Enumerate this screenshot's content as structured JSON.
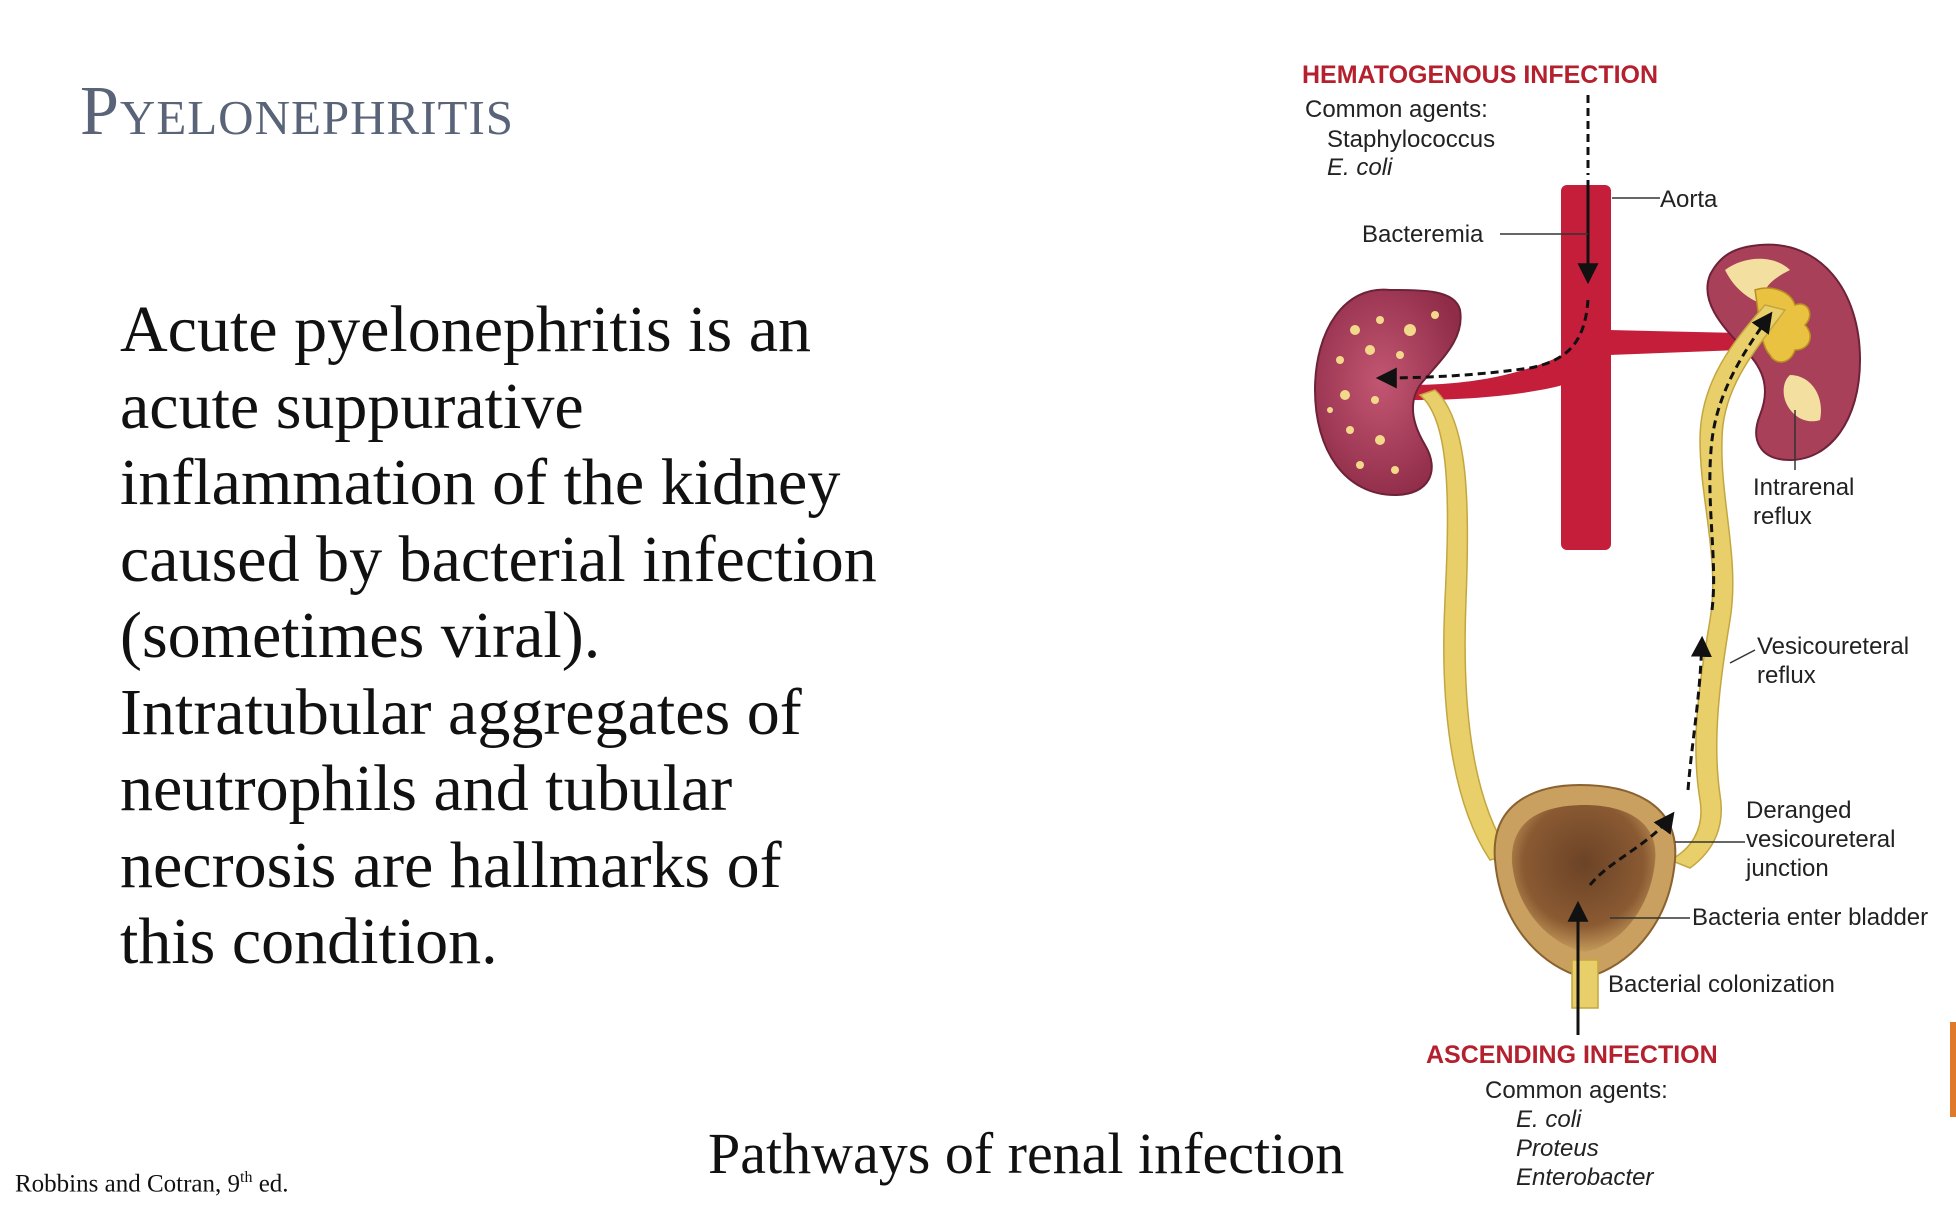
{
  "slide": {
    "title": "Pyelonephritis",
    "body_lines": [
      "Acute pyelonephritis is an",
      "acute suppurative",
      "inflammation of the kidney",
      "caused by bacterial infection",
      "(sometimes viral).",
      "Intratubular aggregates of",
      "neutrophils and tubular",
      "necrosis are hallmarks of",
      "this condition."
    ],
    "caption": "Pathways of renal infection",
    "citation_main": "Robbins and Cotran, 9",
    "citation_sup": "th",
    "citation_end": " ed."
  },
  "diagram": {
    "hematogenous": {
      "heading": "HEMATOGENOUS INFECTION",
      "agents_label": "Common agents:",
      "agents": [
        "Staphylococcus",
        "E. coli"
      ]
    },
    "labels": {
      "aorta": "Aorta",
      "bacteremia": "Bacteremia",
      "intrarenal_1": "Intrarenal",
      "intrarenal_2": "reflux",
      "vesico_1": "Vesicoureteral",
      "vesico_2": "reflux",
      "deranged_1": "Deranged",
      "deranged_2": "vesicoureteral",
      "deranged_3": "junction",
      "bacteria_enter": "Bacteria enter bladder",
      "colonization": "Bacterial colonization"
    },
    "ascending": {
      "heading": "ASCENDING INFECTION",
      "agents_label": "Common agents:",
      "agents": [
        "E. coli",
        "Proteus",
        "Enterobacter"
      ]
    },
    "colors": {
      "heading_red": "#b5202e",
      "vessel_red": "#c41e3a",
      "kidney": "#a8405a",
      "ureter": "#e8cf6a",
      "bladder": "#9a6a3c"
    }
  }
}
